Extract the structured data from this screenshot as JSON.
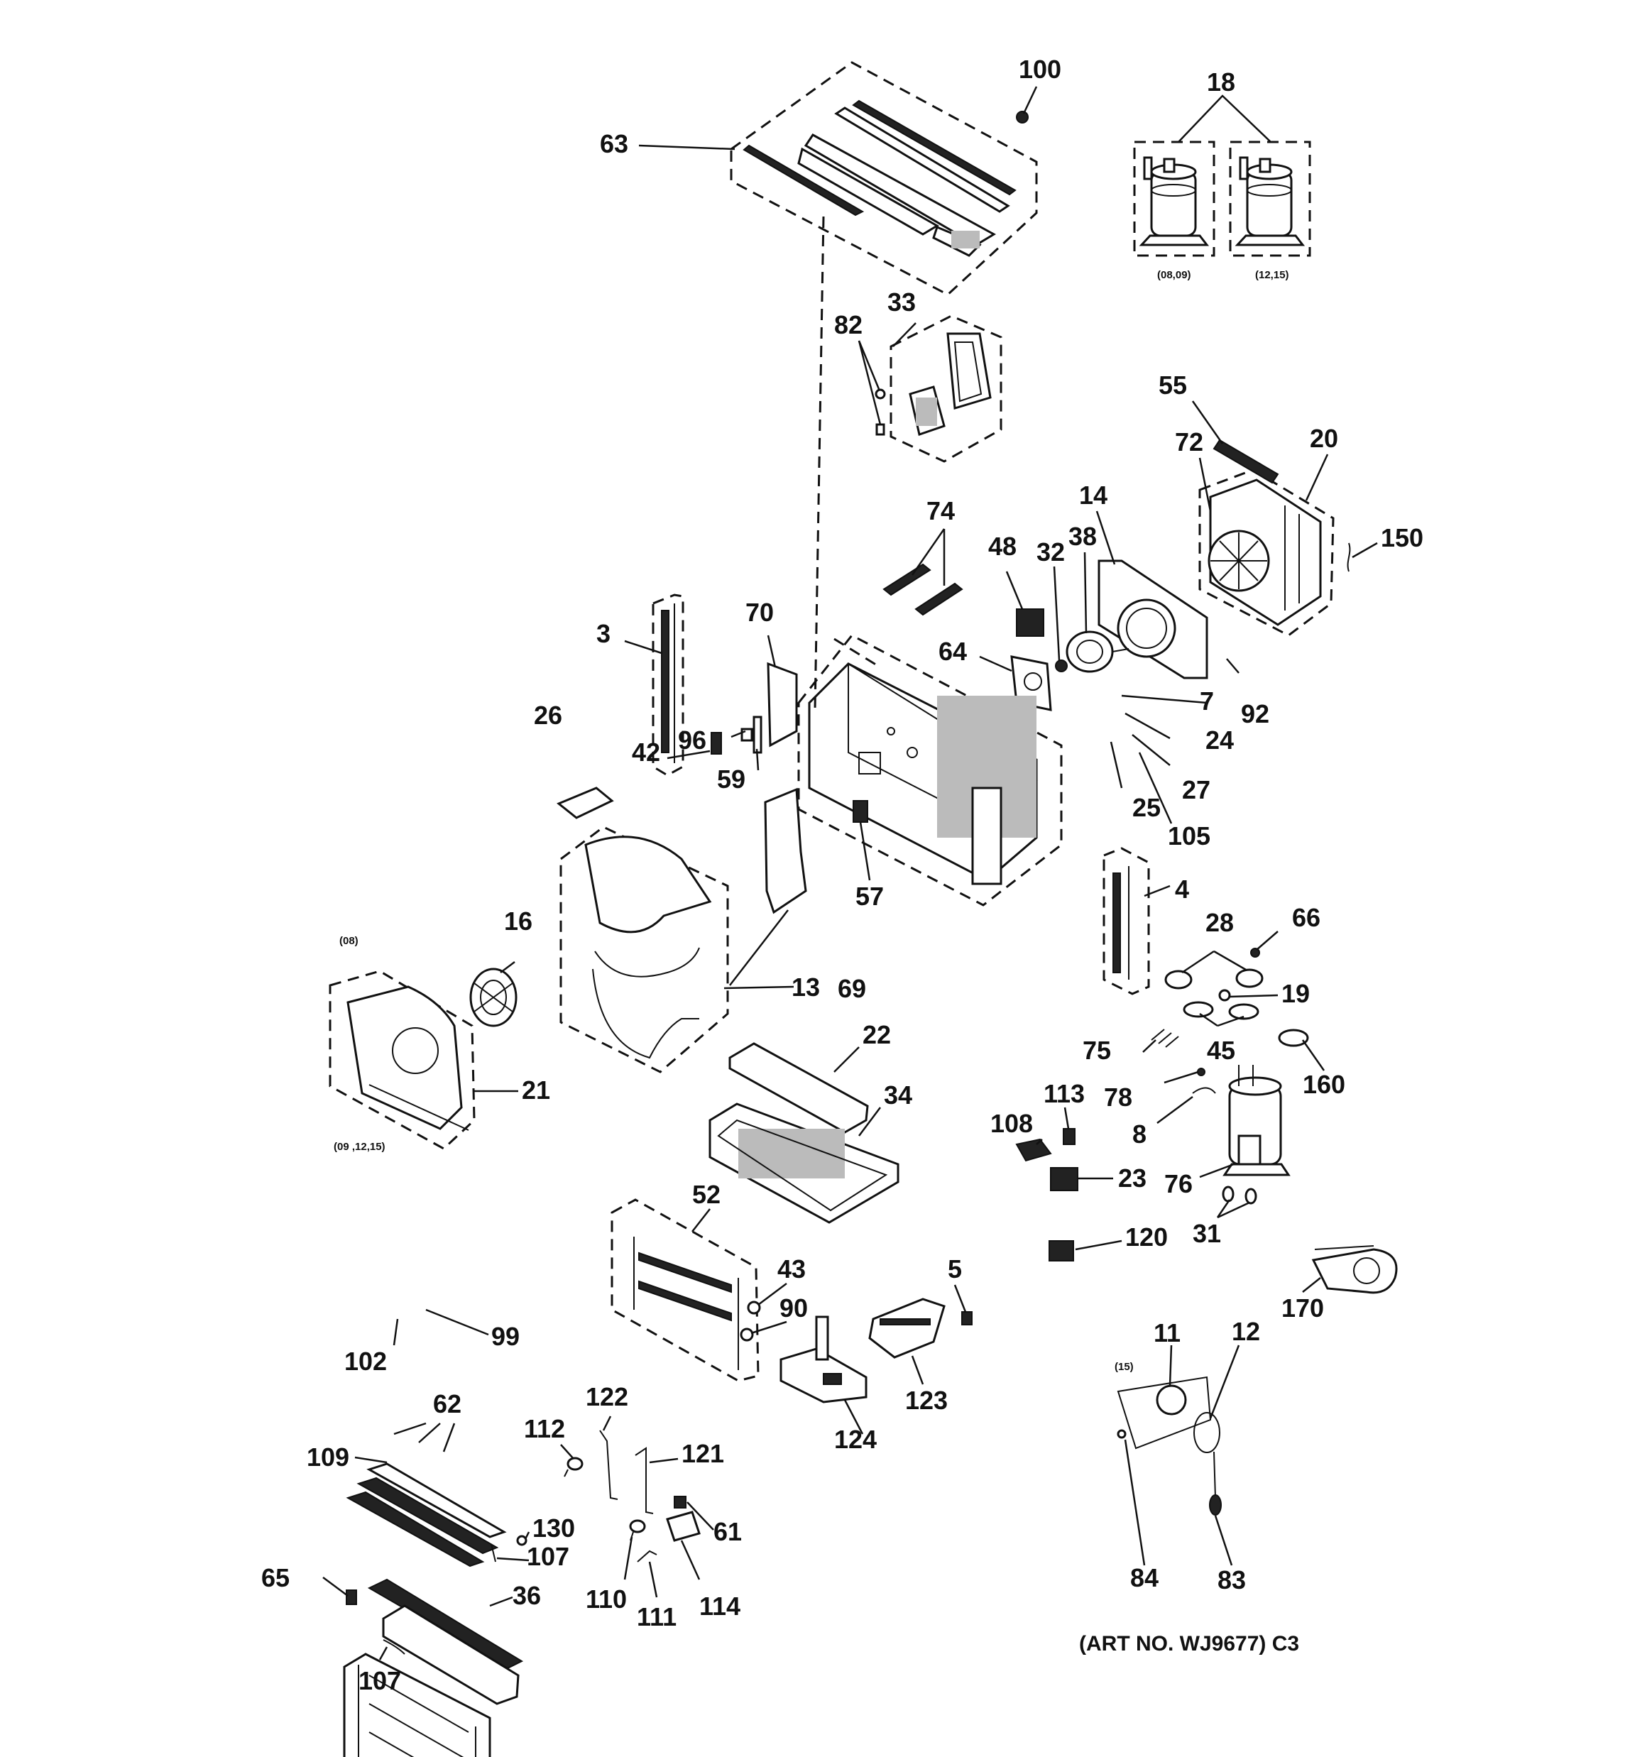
{
  "labels": [
    {
      "id": "100",
      "text": "100"
    },
    {
      "id": "18",
      "text": "18"
    },
    {
      "id": "63",
      "text": "63"
    },
    {
      "id": "33",
      "text": "33"
    },
    {
      "id": "82",
      "text": "82"
    },
    {
      "id": "55",
      "text": "55"
    },
    {
      "id": "72",
      "text": "72"
    },
    {
      "id": "20",
      "text": "20"
    },
    {
      "id": "14",
      "text": "14"
    },
    {
      "id": "38",
      "text": "38"
    },
    {
      "id": "32",
      "text": "32"
    },
    {
      "id": "48",
      "text": "48"
    },
    {
      "id": "74",
      "text": "74"
    },
    {
      "id": "150",
      "text": "150"
    },
    {
      "id": "3",
      "text": "3"
    },
    {
      "id": "70",
      "text": "70"
    },
    {
      "id": "64",
      "text": "64"
    },
    {
      "id": "7",
      "text": "7"
    },
    {
      "id": "92",
      "text": "92"
    },
    {
      "id": "24",
      "text": "24"
    },
    {
      "id": "26",
      "text": "26"
    },
    {
      "id": "42",
      "text": "42"
    },
    {
      "id": "96",
      "text": "96"
    },
    {
      "id": "59",
      "text": "59"
    },
    {
      "id": "27",
      "text": "27"
    },
    {
      "id": "25",
      "text": "25"
    },
    {
      "id": "105",
      "text": "105"
    },
    {
      "id": "57",
      "text": "57"
    },
    {
      "id": "4",
      "text": "4"
    },
    {
      "id": "16",
      "text": "16"
    },
    {
      "id": "28",
      "text": "28"
    },
    {
      "id": "66",
      "text": "66"
    },
    {
      "id": "13",
      "text": "13"
    },
    {
      "id": "69",
      "text": "69"
    },
    {
      "id": "19",
      "text": "19"
    },
    {
      "id": "21",
      "text": "21"
    },
    {
      "id": "22",
      "text": "22"
    },
    {
      "id": "75",
      "text": "75"
    },
    {
      "id": "45",
      "text": "45"
    },
    {
      "id": "160",
      "text": "160"
    },
    {
      "id": "34",
      "text": "34"
    },
    {
      "id": "113",
      "text": "113"
    },
    {
      "id": "78",
      "text": "78"
    },
    {
      "id": "108",
      "text": "108"
    },
    {
      "id": "8",
      "text": "8"
    },
    {
      "id": "23",
      "text": "23"
    },
    {
      "id": "76",
      "text": "76"
    },
    {
      "id": "52",
      "text": "52"
    },
    {
      "id": "31",
      "text": "31"
    },
    {
      "id": "120",
      "text": "120"
    },
    {
      "id": "5",
      "text": "5"
    },
    {
      "id": "43",
      "text": "43"
    },
    {
      "id": "90",
      "text": "90"
    },
    {
      "id": "170",
      "text": "170"
    },
    {
      "id": "99",
      "text": "99"
    },
    {
      "id": "102",
      "text": "102"
    },
    {
      "id": "11",
      "text": "11"
    },
    {
      "id": "12",
      "text": "12"
    },
    {
      "id": "123",
      "text": "123"
    },
    {
      "id": "124",
      "text": "124"
    },
    {
      "id": "62",
      "text": "62"
    },
    {
      "id": "122",
      "text": "122"
    },
    {
      "id": "112",
      "text": "112"
    },
    {
      "id": "121",
      "text": "121"
    },
    {
      "id": "109",
      "text": "109"
    },
    {
      "id": "130",
      "text": "130"
    },
    {
      "id": "61",
      "text": "61"
    },
    {
      "id": "107a",
      "text": "107"
    },
    {
      "id": "65",
      "text": "65"
    },
    {
      "id": "36",
      "text": "36"
    },
    {
      "id": "110",
      "text": "110"
    },
    {
      "id": "114",
      "text": "114"
    },
    {
      "id": "111",
      "text": "111"
    },
    {
      "id": "84",
      "text": "84"
    },
    {
      "id": "83",
      "text": "83"
    },
    {
      "id": "107b",
      "text": "107"
    }
  ],
  "notes": [
    {
      "id": "n1",
      "text": "(08,09)"
    },
    {
      "id": "n2",
      "text": "(12,15)"
    },
    {
      "id": "n3",
      "text": "(08)"
    },
    {
      "id": "n4",
      "text": "(09 ,12,15)"
    },
    {
      "id": "n5",
      "text": "(15)"
    }
  ],
  "art_number": "(ART NO. WJ9677) C3"
}
